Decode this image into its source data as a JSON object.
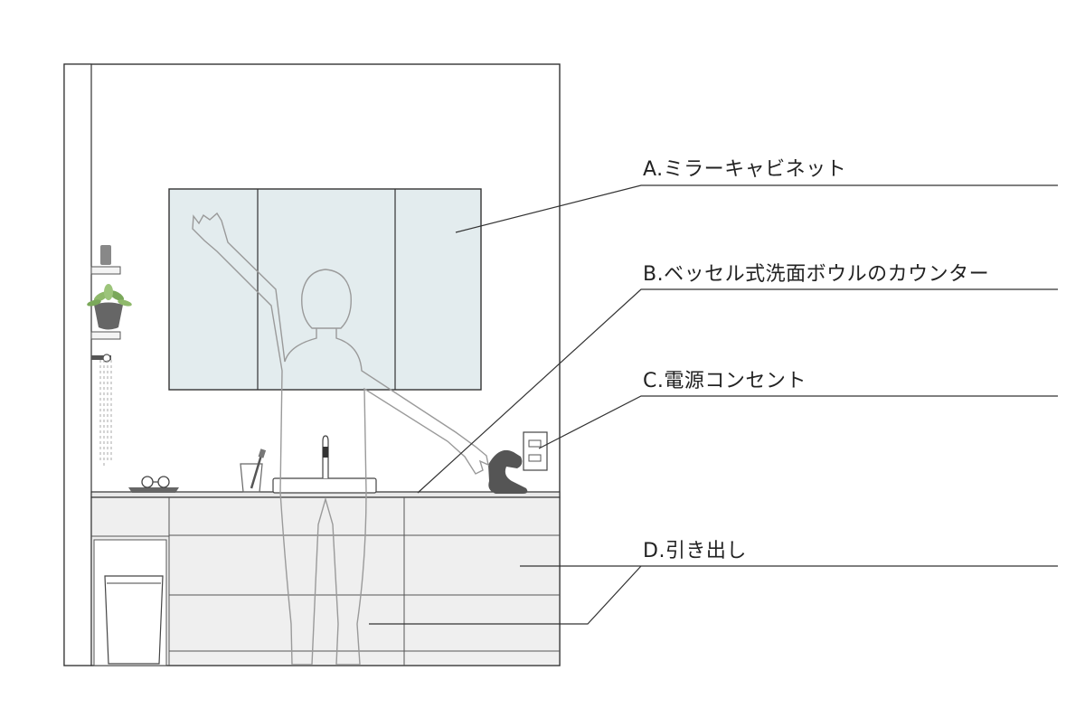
{
  "labels": {
    "a": "A.ミラーキャビネット",
    "b": "B.ベッセル式洗面ボウルのカウンター",
    "c": "C.電源コンセント",
    "d": "D.引き出し"
  },
  "colors": {
    "line": "#333333",
    "mirror_fill": "#e3ecee",
    "cabinet_fill": "#efefef",
    "counter_fill": "#e9e9e9",
    "figure_stroke": "#9a9a9a",
    "dark_accent": "#555555",
    "plant_green": "#8fb96b"
  }
}
